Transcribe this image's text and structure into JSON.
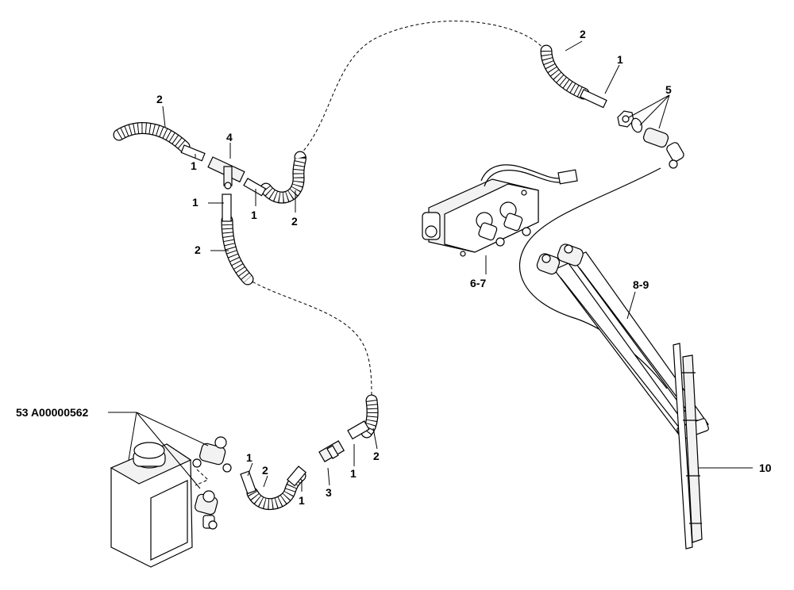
{
  "diagram": {
    "callouts": {
      "c1_a": "1",
      "c1_b": "1",
      "c1_c": "1",
      "c1_d": "1",
      "c1_e": "1",
      "c1_f": "1",
      "c1_g": "1",
      "c2_a": "2",
      "c2_b": "2",
      "c2_c": "2",
      "c2_d": "2",
      "c2_e": "2",
      "c2_f": "2",
      "c3": "3",
      "c4": "4",
      "c5": "5",
      "c67": "6-7",
      "c89": "8-9",
      "c10": "10",
      "c53": "53 A00000562"
    }
  }
}
